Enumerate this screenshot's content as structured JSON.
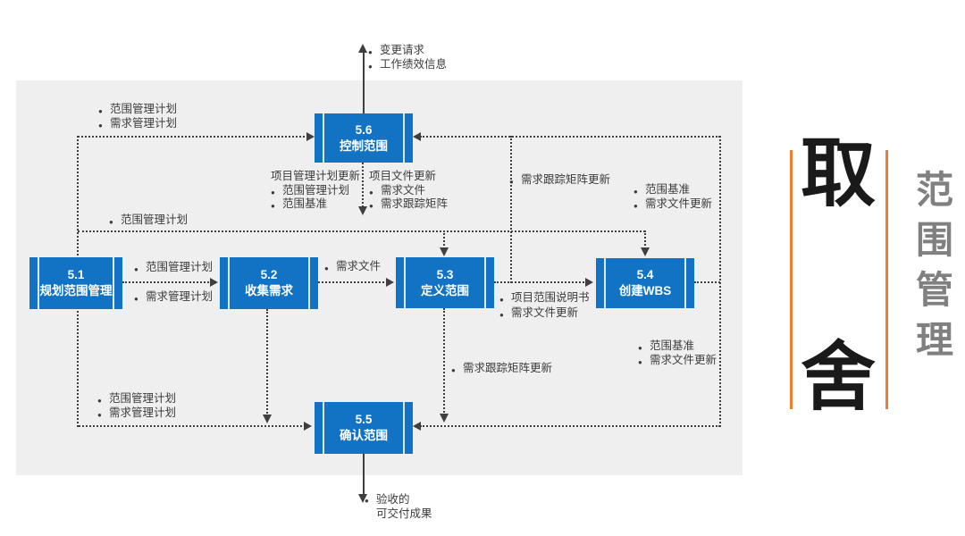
{
  "diagram": {
    "panel_bg": "#EFEFEF",
    "box_fill": "#1273C4",
    "box_text_color": "#FFFFFF",
    "line_color": "#3F3F3F",
    "boxes": {
      "b51": {
        "code": "5.1",
        "name": "规划范围管理"
      },
      "b52": {
        "code": "5.2",
        "name": "收集需求"
      },
      "b53": {
        "code": "5.3",
        "name": "定义范围"
      },
      "b54": {
        "code": "5.4",
        "name": "创建WBS"
      },
      "b55": {
        "code": "5.5",
        "name": "确认范围"
      },
      "b56": {
        "code": "5.6",
        "name": "控制范围"
      }
    },
    "annotations": {
      "top_outputs": {
        "items": [
          "变更请求",
          "工作绩效信息"
        ]
      },
      "in_56_left": {
        "items": [
          "范围管理计划",
          "需求管理计划"
        ]
      },
      "pm_plan_updates": {
        "title": "项目管理计划更新",
        "items": [
          "范围管理计划",
          "范围基准"
        ]
      },
      "doc_updates": {
        "title": "项目文件更新",
        "items": [
          "需求文件",
          "需求跟踪矩阵"
        ]
      },
      "matrix_update_right": {
        "items": [
          "需求跟踪矩阵更新"
        ]
      },
      "baseline_to_56": {
        "items": [
          "范围基准",
          "需求文件更新"
        ]
      },
      "scope_plan_row": {
        "items": [
          "范围管理计划"
        ]
      },
      "out_51_top": {
        "items": [
          "范围管理计划"
        ]
      },
      "out_51_bottom": {
        "items": [
          "需求管理计划"
        ]
      },
      "req_docs": {
        "items": [
          "需求文件"
        ]
      },
      "out_53": {
        "items": [
          "项目范围说明书",
          "需求文件更新"
        ]
      },
      "baseline_to_55": {
        "items": [
          "范围基准",
          "需求文件更新"
        ]
      },
      "matrix_update_bottom": {
        "items": [
          "需求跟踪矩阵更新"
        ]
      },
      "in_55_left": {
        "items": [
          "范围管理计划",
          "需求管理计划"
        ]
      },
      "accepted": {
        "items": [
          "验收的"
        ],
        "line2": "可交付成果"
      }
    }
  },
  "sidebar": {
    "big_top": "取",
    "big_bottom": "舍",
    "vertical_title": "范围管理",
    "accent_color": "#ED7D31",
    "big_color": "#1A1A1A",
    "title_color": "#808080"
  }
}
